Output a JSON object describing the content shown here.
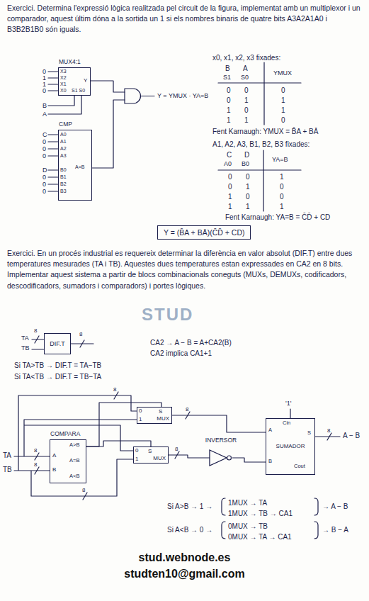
{
  "diagram": {
    "nodes": [
      {
        "text": [
          "MUX4:1"
        ]
      },
      {
        "text": [
          "CMP"
        ]
      },
      {
        "text": [
          "Y = (B̄A + BĀ)(C̄D̄ + CD)"
        ]
      },
      {
        "text": [
          "DIF.T"
        ]
      },
      {
        "text": [
          "COMPARA"
        ]
      },
      {
        "text": [
          "MUX"
        ]
      },
      {
        "text": [
          "MUX"
        ]
      },
      {
        "text": [
          "INVERSOR"
        ]
      },
      {
        "text": [
          "SUMADOR"
        ]
      }
    ],
    "edges": [
      {
        "from": 4,
        "to": 5,
        "arrow": "none"
      },
      {
        "from": 4,
        "to": 6,
        "arrow": "none"
      },
      {
        "from": 5,
        "to": 8,
        "arrow": "none"
      },
      {
        "from": 6,
        "to": 7,
        "arrow": "none"
      },
      {
        "from": 7,
        "to": 8,
        "arrow": "none"
      }
    ],
    "labels": [
      "Exercici. Determina l'expressió lògica realitzada pel circuit de la figura, implementat amb un multiplexor i un comparador, aquest últim dóna a la sortida un 1 si els nombres binaris de quatre bits A3A2A1A0 i B3B2B1B0 són iguals.",
      "0",
      "1",
      "1",
      "0",
      "X3",
      "X2",
      "X1",
      "X0",
      "Y",
      "S1 S0",
      "B",
      "A",
      "Y = YMUX · YA=B",
      "C",
      "0",
      "0",
      "0",
      "D",
      "0",
      "0",
      "0",
      "A0",
      "A1",
      "A2",
      "A3",
      "B0",
      "B1",
      "B2",
      "B3",
      "A=B",
      "x0, x1, x2, x3 fixades:",
      "B",
      "A",
      "S1",
      "S0",
      "YMUX",
      "0",
      "0",
      "0",
      "0",
      "1",
      "1",
      "1",
      "0",
      "1",
      "1",
      "1",
      "0",
      "Fent Karnaugh: YMUX = B̄A + BĀ",
      "A1, A2, A3, B1, B2, B3 fixades:",
      "C",
      "D",
      "A0",
      "B0",
      "YA=B",
      "0",
      "0",
      "1",
      "0",
      "1",
      "0",
      "1",
      "0",
      "0",
      "1",
      "1",
      "1",
      "Fent Karnaugh: YA=B = C̄D̄ + CD",
      "Exercici. En un procés industrial es requereix determinar la diferència en valor absolut (DIF.T) entre dues temperatures mesurades (TA i TB). Aquestes dues temperatures estan expressades en CA2 en 8 bits. Implementar aquest sistema a partir de blocs combinacionals coneguts (MUXs, DEMUXs, codificadors, descodificadors, sumadors i comparadors) i portes lògiques.",
      "STUD",
      "TA",
      "TB",
      "8",
      "8",
      "CA2 → A − B = A+CA2(B)",
      "CA2 implica CA1+1",
      "Si TA>TB → DIF.T = TA−TB",
      "Si TA<TB → DIF.T = TB−TA",
      "TA",
      "TB",
      "A",
      "B",
      "A>B",
      "A=B",
      "A<B",
      "0",
      "1",
      "S",
      "0",
      "1",
      "S",
      "8",
      "8",
      "8",
      "8",
      "8",
      "8",
      "8",
      "'1'",
      "Cin",
      "S",
      "A",
      "B",
      "Cout",
      "A − B",
      "Si A>B → 1 →",
      "1MUX → TA",
      "1MUX → TB → CA1",
      "→ A − B",
      "Si A<B → 0 →",
      "0MUX → TB",
      "0MUX → TA → CA1",
      "→ B − A",
      "stud.webnode.es",
      "studten10@gmail.com"
    ]
  }
}
